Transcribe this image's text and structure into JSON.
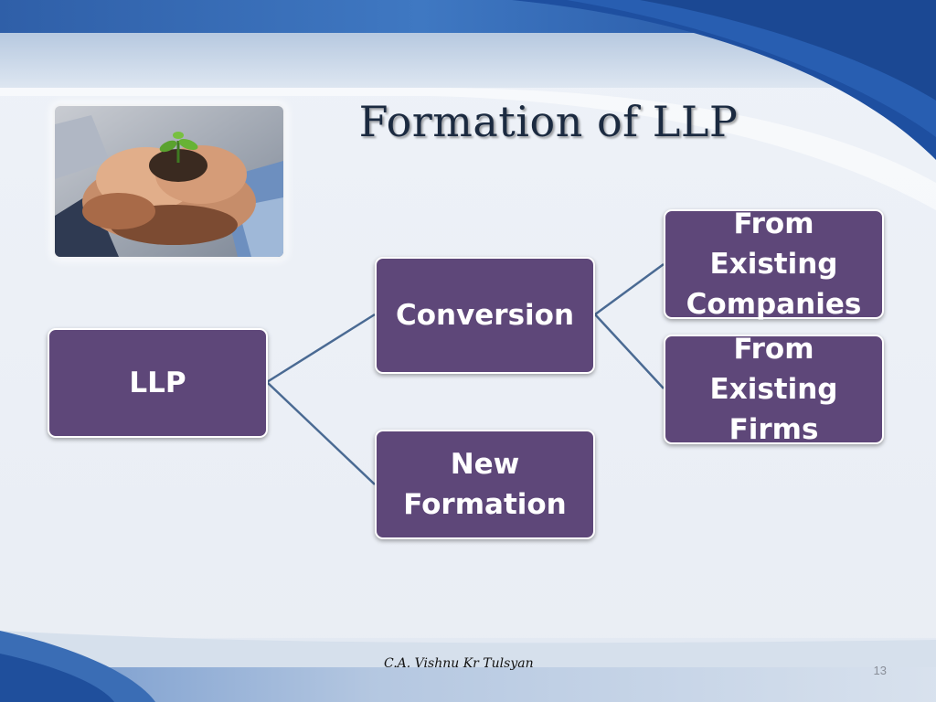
{
  "slide": {
    "title": "Formation of LLP",
    "author": "C.A. Vishnu Kr Tulsyan",
    "page_number": "13"
  },
  "image": {
    "icon": "hands-holding-seedling-photo"
  },
  "diagram": {
    "root": "LLP",
    "branches": [
      "Conversion",
      "New Formation"
    ],
    "sub_branches": [
      "From Existing Companies",
      "From Existing Firms"
    ]
  },
  "colors": {
    "node_fill": "#5e4779",
    "node_border": "#ffffff",
    "connector": "#4a6a93",
    "title_text": "#1b2a40",
    "accent_blue": "#1f4f9c"
  }
}
